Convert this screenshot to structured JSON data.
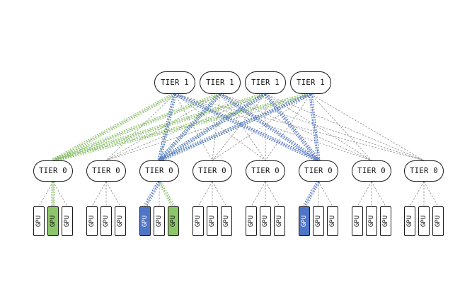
{
  "colors": {
    "line": "#8a8a8a",
    "green": "#8cc56a",
    "blue": "#4f75c9",
    "border": "#1a1a1a"
  },
  "tier1": [
    {
      "label": "TIER 1"
    },
    {
      "label": "TIER 1"
    },
    {
      "label": "TIER 1"
    },
    {
      "label": "TIER 1"
    }
  ],
  "tier0": [
    {
      "label": "TIER 0",
      "gpus": [
        {
          "label": "GPU",
          "state": "normal"
        },
        {
          "label": "GPU",
          "state": "green"
        },
        {
          "label": "GPU",
          "state": "normal"
        }
      ]
    },
    {
      "label": "TIER 0",
      "gpus": [
        {
          "label": "GPU",
          "state": "normal"
        },
        {
          "label": "GPU",
          "state": "normal"
        },
        {
          "label": "GPU",
          "state": "normal"
        }
      ]
    },
    {
      "label": "TIER 0",
      "gpus": [
        {
          "label": "GPU",
          "state": "blue"
        },
        {
          "label": "GPU",
          "state": "normal"
        },
        {
          "label": "GPU",
          "state": "green"
        }
      ]
    },
    {
      "label": "TIER 0",
      "gpus": [
        {
          "label": "GPU",
          "state": "normal"
        },
        {
          "label": "GPU",
          "state": "normal"
        },
        {
          "label": "GPU",
          "state": "normal"
        }
      ]
    },
    {
      "label": "TIER 0",
      "gpus": [
        {
          "label": "GPU",
          "state": "normal"
        },
        {
          "label": "GPU",
          "state": "normal"
        },
        {
          "label": "GPU",
          "state": "normal"
        }
      ]
    },
    {
      "label": "TIER 0",
      "gpus": [
        {
          "label": "GPU",
          "state": "blue"
        },
        {
          "label": "GPU",
          "state": "normal"
        },
        {
          "label": "GPU",
          "state": "normal"
        }
      ]
    },
    {
      "label": "TIER 0",
      "gpus": [
        {
          "label": "GPU",
          "state": "normal"
        },
        {
          "label": "GPU",
          "state": "normal"
        },
        {
          "label": "GPU",
          "state": "normal"
        }
      ]
    },
    {
      "label": "TIER 0",
      "gpus": [
        {
          "label": "GPU",
          "state": "normal"
        },
        {
          "label": "GPU",
          "state": "normal"
        },
        {
          "label": "GPU",
          "state": "normal"
        }
      ]
    }
  ],
  "highlighted_paths": {
    "green": {
      "from_tier0": 0,
      "to_tier0": 2,
      "via_tier1": 3
    },
    "blue": {
      "from_tier0": 2,
      "to_tier0": 5,
      "via_tier1": 1
    }
  }
}
